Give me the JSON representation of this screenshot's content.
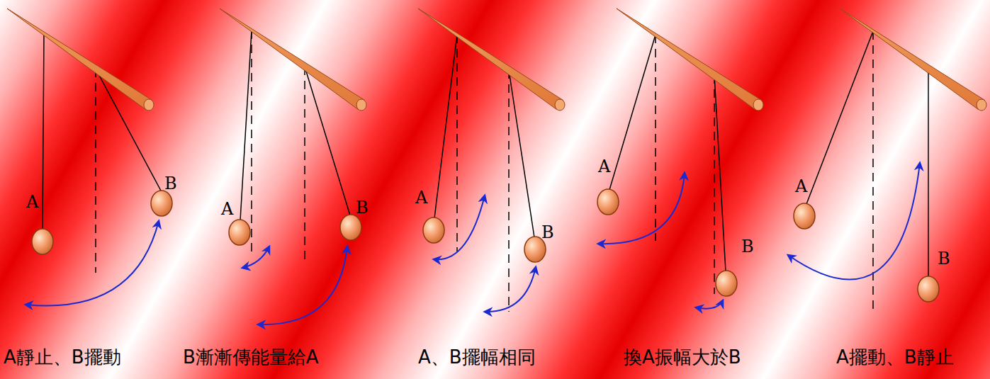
{
  "diagram": {
    "labels": [
      "A",
      "B",
      "A靜止、B擺動",
      "A",
      "B",
      "B漸漸傳能量給A",
      "A",
      "B",
      "A、B擺幅相同",
      "A",
      "B",
      "換A振幅大於B",
      "A",
      "B",
      "A擺動、B靜止"
    ]
  }
}
